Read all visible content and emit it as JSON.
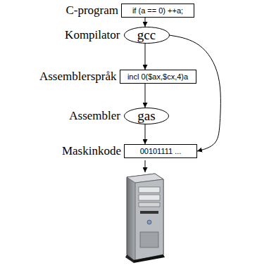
{
  "diagram": {
    "nodes": [
      {
        "text": [
          "C-program",
          "if (a == 0) ++a;"
        ]
      },
      {
        "text": [
          "Kompilator",
          "gcc"
        ]
      },
      {
        "text": [
          "Assemblerspråk",
          "incl   0($ax,$cx,4)a"
        ]
      },
      {
        "text": [
          "Assembler",
          "gas"
        ]
      },
      {
        "text": [
          "Maskinkode",
          "00101111 ..."
        ]
      }
    ],
    "edges": [
      {
        "from": 0,
        "to": 1,
        "arrow": "to"
      },
      {
        "from": 1,
        "to": 2,
        "arrow": "to"
      },
      {
        "from": 2,
        "to": 3,
        "arrow": "to"
      },
      {
        "from": 3,
        "to": 4,
        "arrow": "to"
      },
      {
        "from": 1,
        "to": 4,
        "arrow": "to"
      }
    ]
  }
}
